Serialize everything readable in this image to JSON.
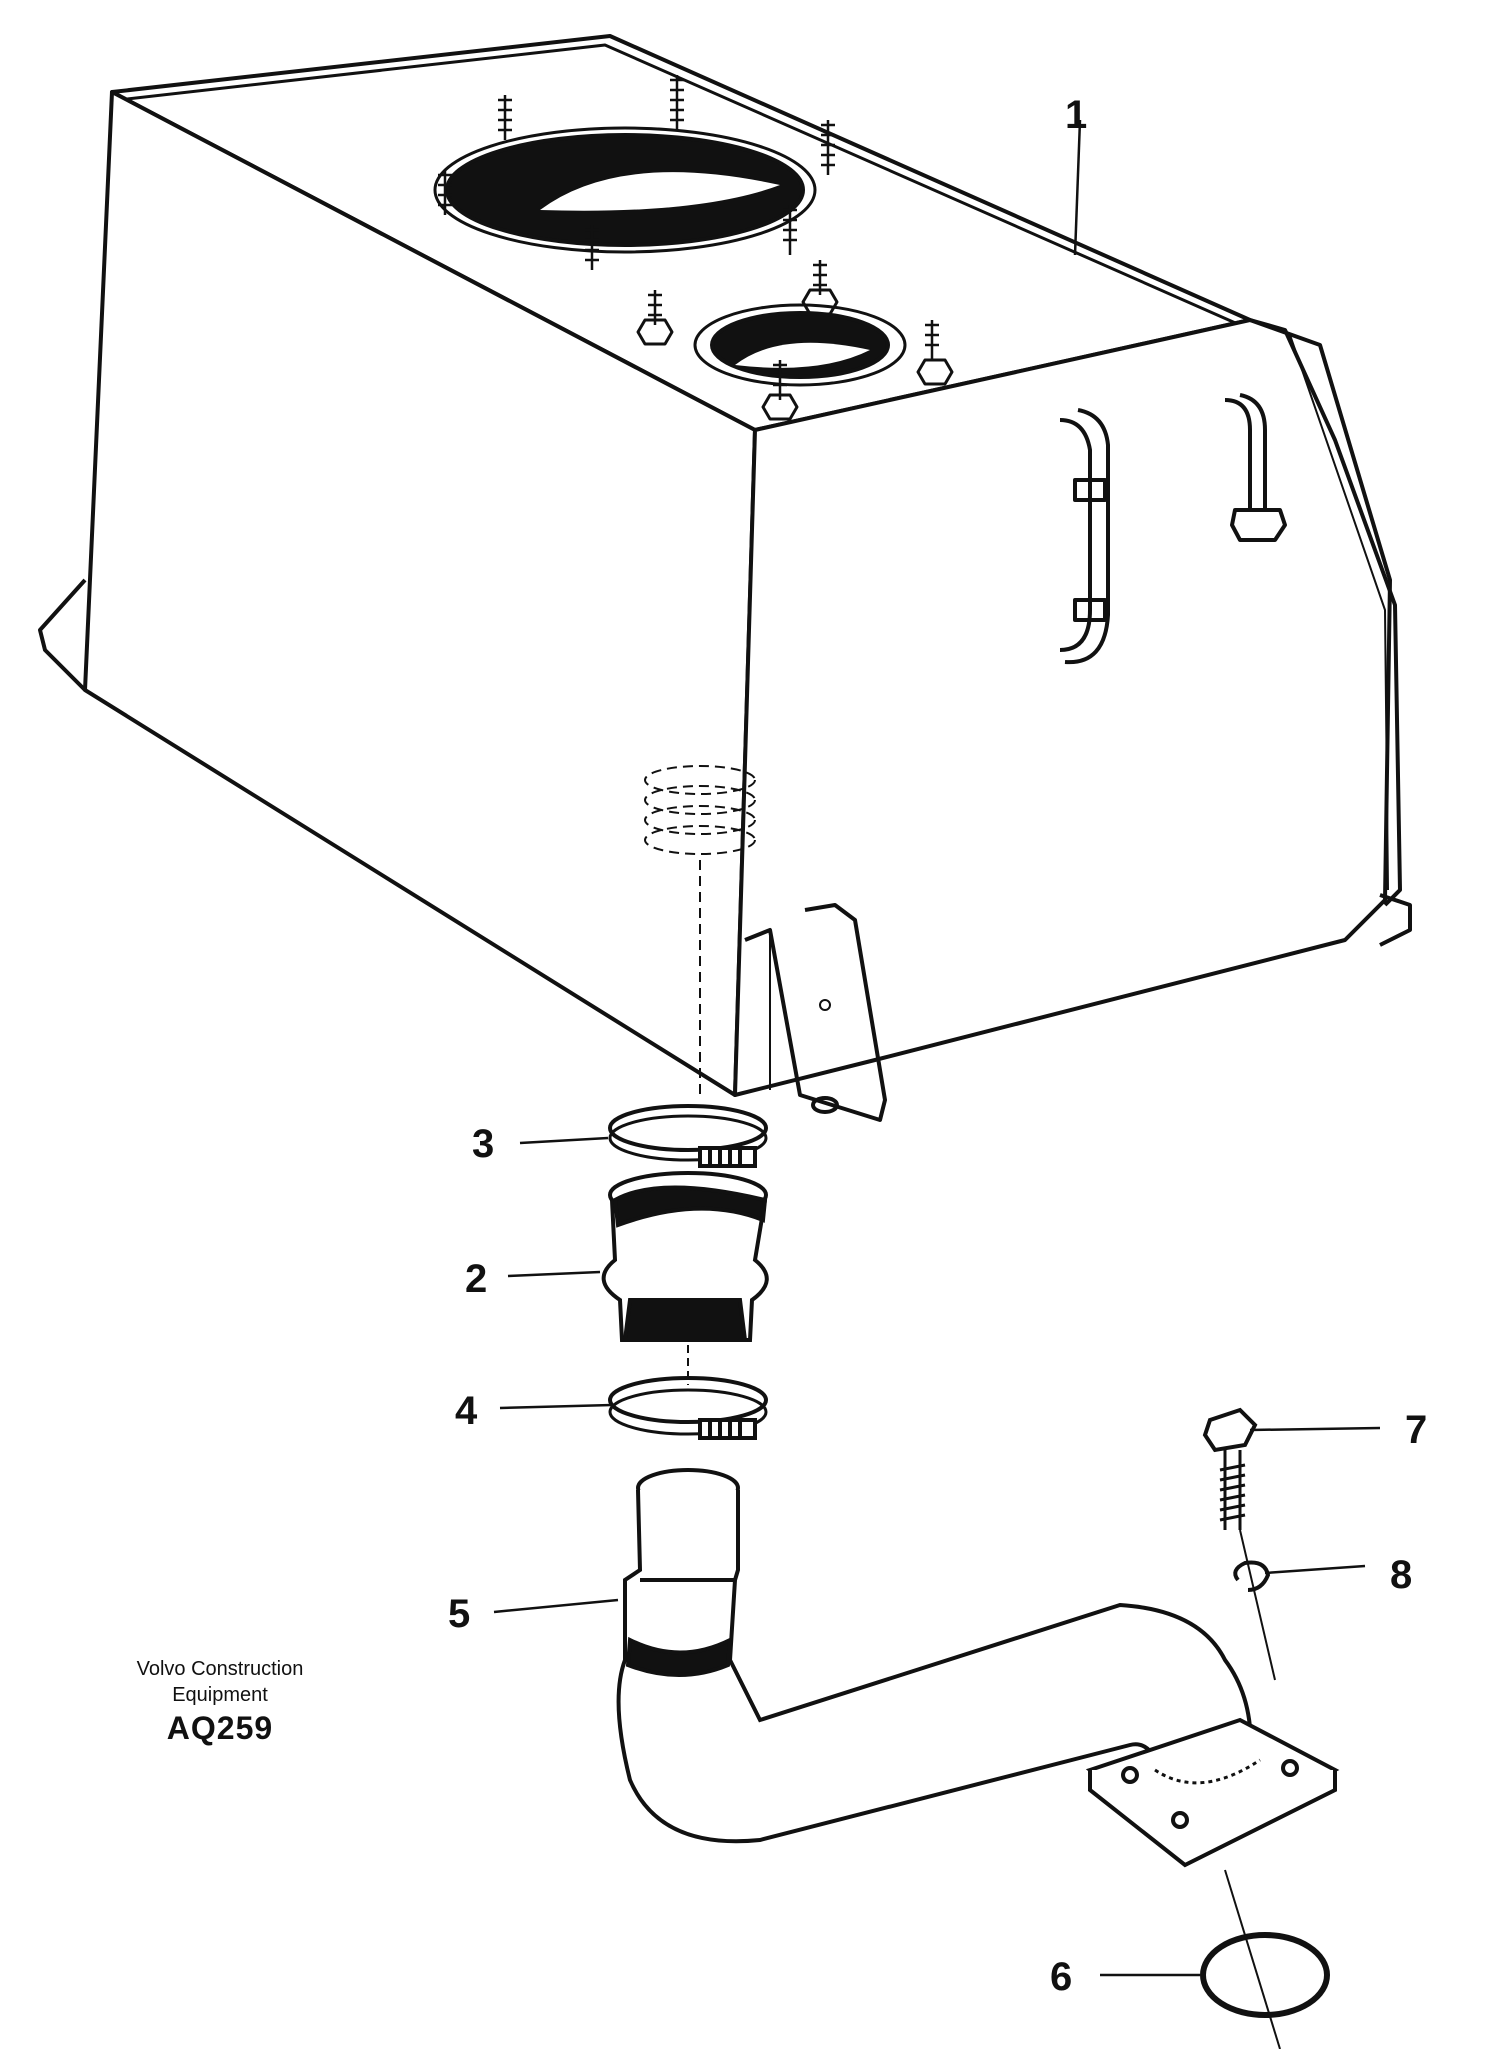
{
  "diagram": {
    "callouts": [
      {
        "id": "1",
        "label": "1"
      },
      {
        "id": "2",
        "label": "2"
      },
      {
        "id": "3",
        "label": "3"
      },
      {
        "id": "4",
        "label": "4"
      },
      {
        "id": "5",
        "label": "5"
      },
      {
        "id": "6",
        "label": "6"
      },
      {
        "id": "7",
        "label": "7"
      },
      {
        "id": "8",
        "label": "8"
      }
    ]
  },
  "credit": {
    "line1": "Volvo Construction",
    "line2": "Equipment",
    "code": "AQ259"
  }
}
